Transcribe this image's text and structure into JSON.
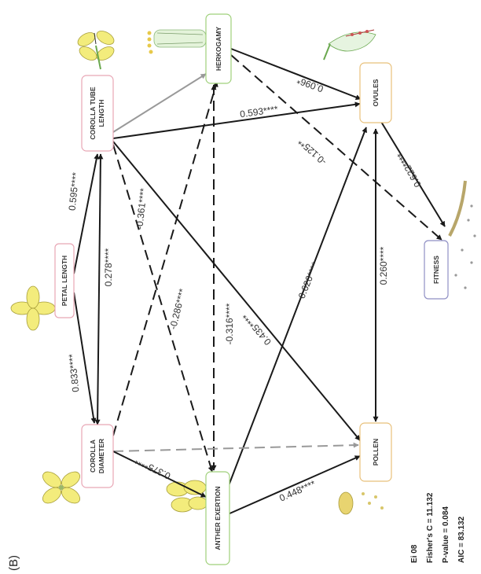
{
  "panel_label": "(B)",
  "nodes": {
    "corolla_tube_length": [
      "COROLLA TUBE",
      "LENGTH"
    ],
    "herkogamy": [
      "HERKOGAMY"
    ],
    "ovules": [
      "OVULES"
    ],
    "petal_length": [
      "PETAL LENGTH"
    ],
    "fitness": [
      "FITNESS"
    ],
    "corolla_diameter": [
      "COROLLA",
      "DIAMETER"
    ],
    "anther_exertion": [
      "ANTHER EXERTION"
    ],
    "pollen": [
      "POLLEN"
    ]
  },
  "paths": [
    {
      "from": "herkogamy",
      "to": "ovules",
      "coef": "0.096*"
    },
    {
      "from": "herkogamy",
      "to": "fitness",
      "coef": "-0.125**"
    },
    {
      "from": "corolla_tube_length",
      "to": "ovules",
      "coef": "0.593****"
    },
    {
      "from": "corolla_tube_length",
      "to": "herkogamy",
      "coef": ""
    },
    {
      "from": "ovules",
      "to": "fitness",
      "coef": "0.622****"
    },
    {
      "from": "petal_length",
      "to": "corolla_tube_length",
      "coef": "0.595****"
    },
    {
      "from": "corolla_diameter",
      "to": "corolla_tube_length",
      "coef": "0.278****"
    },
    {
      "from": "corolla_tube_length",
      "to": "anther_exertion",
      "coef": "-0.361****"
    },
    {
      "from": "corolla_tube_length",
      "to": "pollen",
      "coef": "0.435****"
    },
    {
      "from": "corolla_diameter",
      "to": "herkogamy",
      "coef": "-0.286****"
    },
    {
      "from": "herkogamy",
      "to": "anther_exertion",
      "coef": "-0.316****"
    },
    {
      "from": "anther_exertion",
      "to": "ovules",
      "coef": "0.620****"
    },
    {
      "from": "ovules",
      "to": "pollen",
      "coef": "0.260****"
    },
    {
      "from": "petal_length",
      "to": "corolla_diameter",
      "coef": "0.833****"
    },
    {
      "from": "corolla_diameter",
      "to": "pollen",
      "coef": ""
    },
    {
      "from": "corolla_diameter",
      "to": "anther_exertion",
      "coef": "0.375****"
    },
    {
      "from": "anther_exertion",
      "to": "pollen",
      "coef": "0.448****"
    }
  ],
  "stats": {
    "model": "Ei 08",
    "fishers_c": "Fisher's C = 11.132",
    "p_value": "P-value = 0.084",
    "aic": "AIC = 83.132"
  },
  "colors": {
    "black_edge": "#1a1a1a",
    "grey_edge": "#999999",
    "pink_box": "#e8a6b5",
    "green_box": "#9fd07a",
    "orange_box": "#e8c07a",
    "purple_box": "#8f8fc4"
  }
}
